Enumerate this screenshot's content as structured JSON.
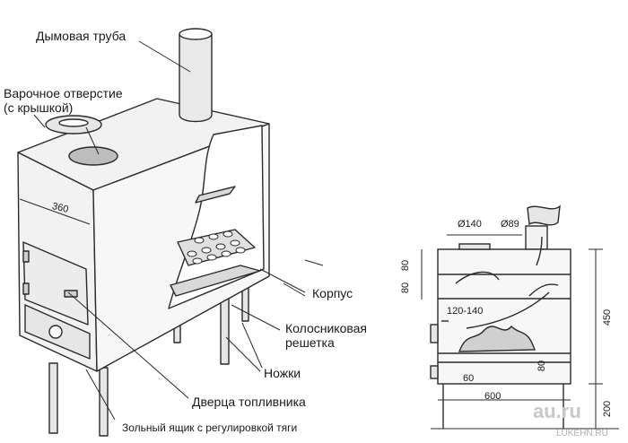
{
  "labels": {
    "chimney": "Дымовая труба",
    "cooking_hole_line1": "Варочное отверстие",
    "cooking_hole_line2": "(с крышкой)",
    "body": "Корпус",
    "grate_line1": "Колосниковая",
    "grate_line2": "решетка",
    "legs": "Ножки",
    "fuel_door": "Дверца топливника",
    "ash_box": "Зольный ящик с регулировкой тяги"
  },
  "dimensions": {
    "depth_360": "360",
    "d140": "Ø140",
    "d89": "Ø89",
    "h80_top": "80",
    "h80_mid": "80",
    "temp": "120-140",
    "h80_low": "80",
    "w60": "60",
    "w600": "600",
    "h450": "450",
    "h200": "200"
  },
  "watermark": {
    "main": "au.ru",
    "sub": "LUKEHN.RU"
  },
  "colors": {
    "stroke": "#2a2a2a",
    "fill": "#f2f2f2",
    "shade": "#d9d9d9"
  }
}
